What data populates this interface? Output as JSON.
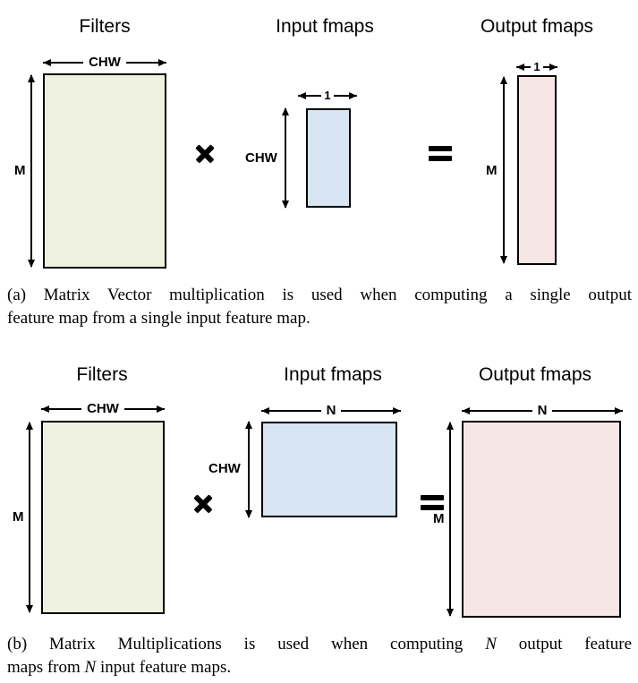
{
  "colors": {
    "filters_fill": "#f0f2e1",
    "input_fill": "#d8e6f3",
    "output_fill": "#f7e6e6",
    "border": "#000000"
  },
  "panel_a": {
    "headers": {
      "filters": "Filters",
      "input": "Input fmaps",
      "output": "Output fmaps"
    },
    "filters": {
      "width_label": "CHW",
      "height_label": "M"
    },
    "input": {
      "width_label": "1",
      "height_label": "CHW"
    },
    "output": {
      "width_label": "1",
      "height_label": "M"
    },
    "operators": {
      "multiply": "×",
      "equals": "="
    },
    "caption": {
      "line1": "(a) Matrix Vector multiplication is used when computing a single output",
      "line2": "feature map from a single input feature map."
    }
  },
  "panel_b": {
    "headers": {
      "filters": "Filters",
      "input": "Input fmaps",
      "output": "Output fmaps"
    },
    "filters": {
      "width_label": "CHW",
      "height_label": "M"
    },
    "input": {
      "width_label": "N",
      "height_label": "CHW"
    },
    "output": {
      "width_label": "N",
      "height_label": "M"
    },
    "operators": {
      "multiply": "×",
      "equals": "="
    },
    "caption": {
      "line1_pre": "(b) Matrix Multiplications is used when computing ",
      "line1_var": "N",
      "line1_post": " output feature",
      "line2_pre": "maps from ",
      "line2_var": "N",
      "line2_post": " input feature maps."
    }
  }
}
